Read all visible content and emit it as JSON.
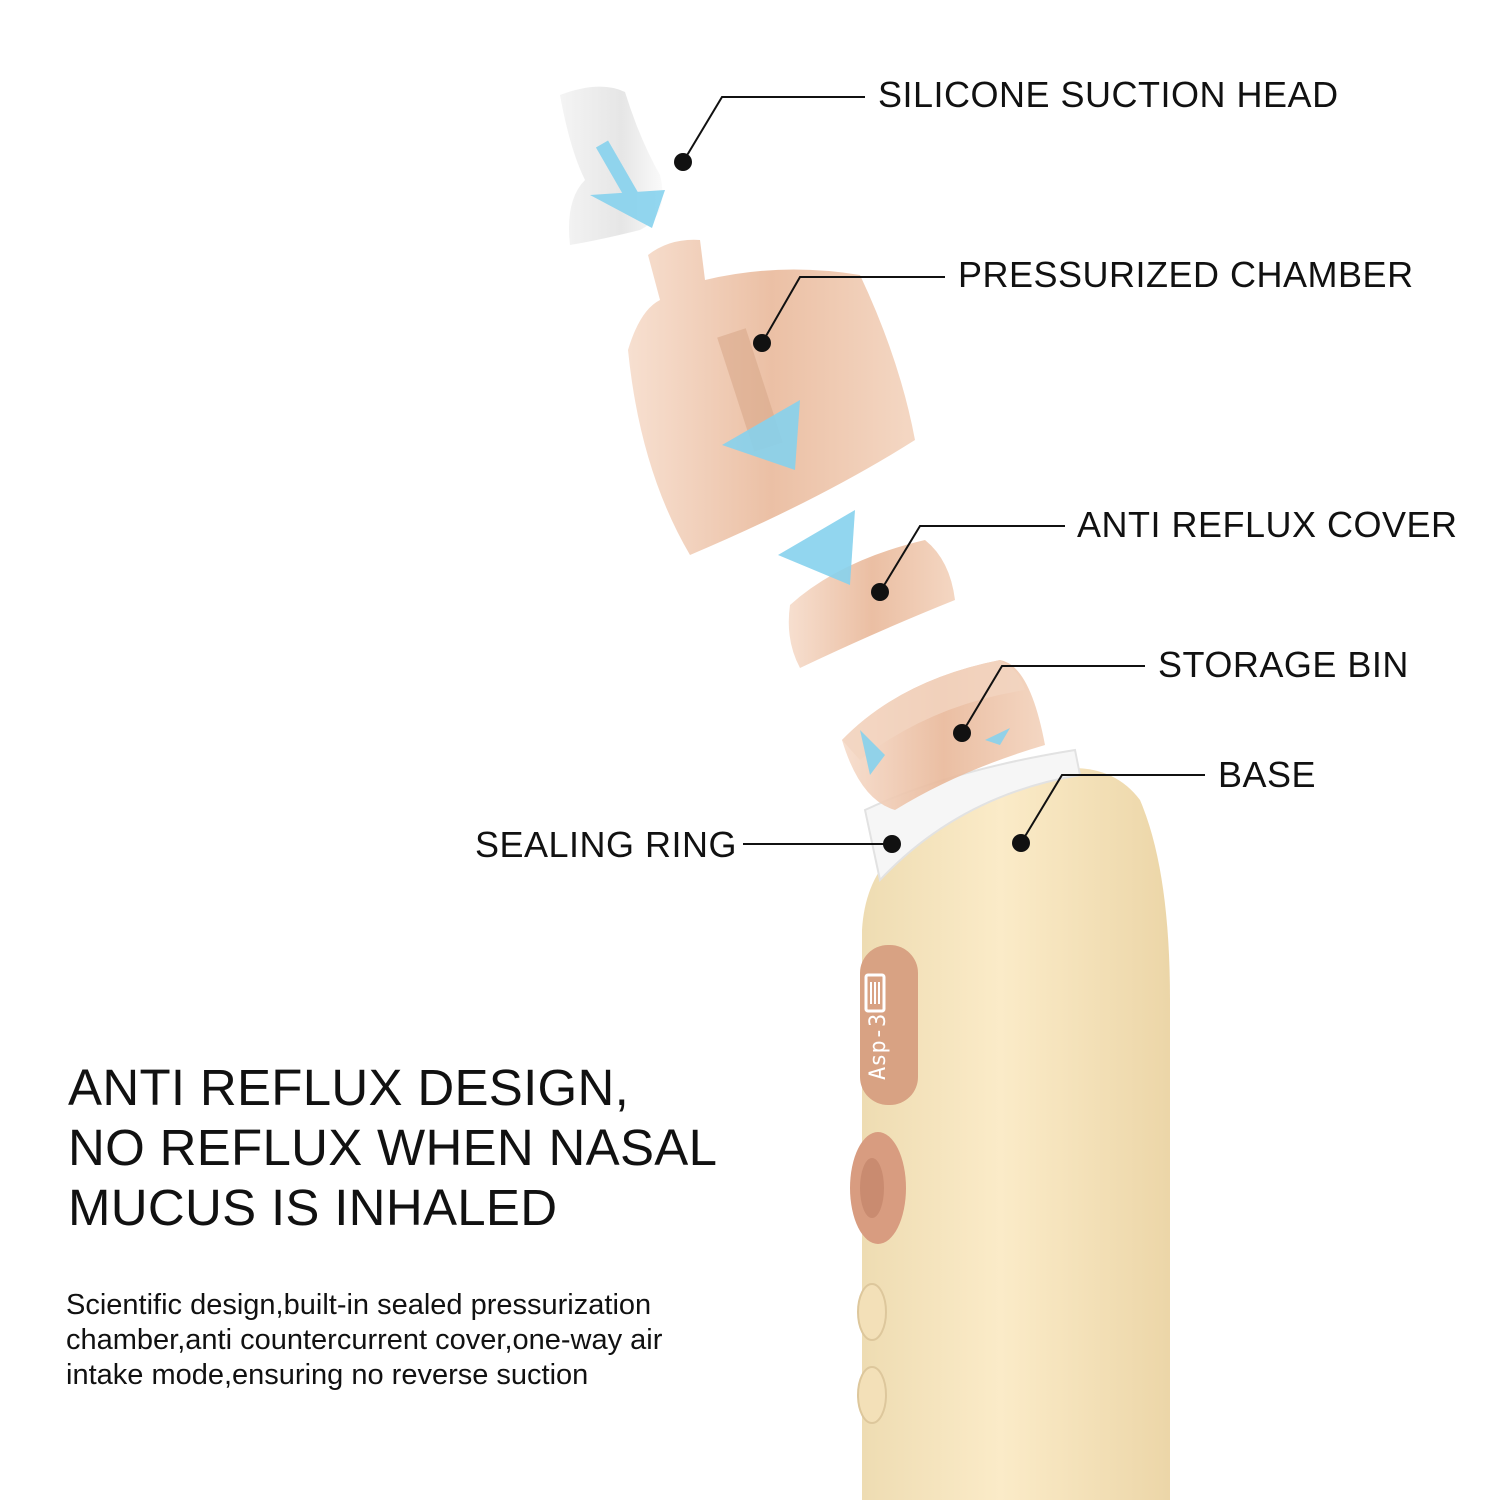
{
  "labels": {
    "silicone_suction_head": "SILICONE SUCTION HEAD",
    "pressurized_chamber": "PRESSURIZED CHAMBER",
    "anti_reflux_cover": "ANTI REFLUX COVER",
    "storage_bin": "STORAGE BIN",
    "base": "BASE",
    "sealing_ring": "SEALING RING"
  },
  "headline": [
    "ANTI REFLUX DESIGN,",
    "NO REFLUX WHEN NASAL",
    "MUCUS IS INHALED"
  ],
  "description": [
    "Scientific design,built-in sealed pressurization",
    "chamber,anti countercurrent cover,one-way air",
    "intake mode,ensuring no reverse suction"
  ],
  "device": {
    "display_text": "Asp-3",
    "battery_icon": "battery-full-icon"
  },
  "colors": {
    "arrow": "#86d2ee",
    "chamber": "#edc3a8",
    "base": "#f6e4bd",
    "panel": "#d8a283"
  }
}
